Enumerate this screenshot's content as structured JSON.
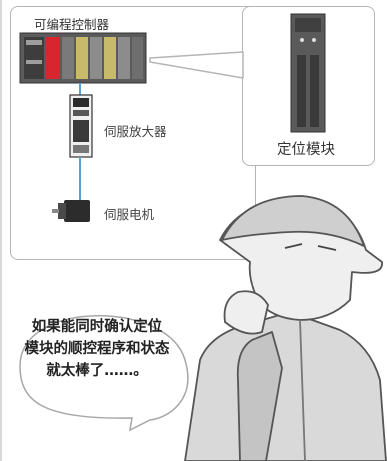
{
  "labels": {
    "plc": "可编程控制器",
    "servo_amplifier": "伺服放大器",
    "servo_motor": "伺服电机",
    "positioning_module": "定位模块"
  },
  "speech_bubble": {
    "lines": [
      "如果能同时确认定位",
      "模块的顺控程序和状态",
      "就太棒了……。"
    ]
  },
  "colors": {
    "border": "#b5b5b5",
    "cable": "#5aa0d6",
    "module_accent": "#d8262f"
  }
}
